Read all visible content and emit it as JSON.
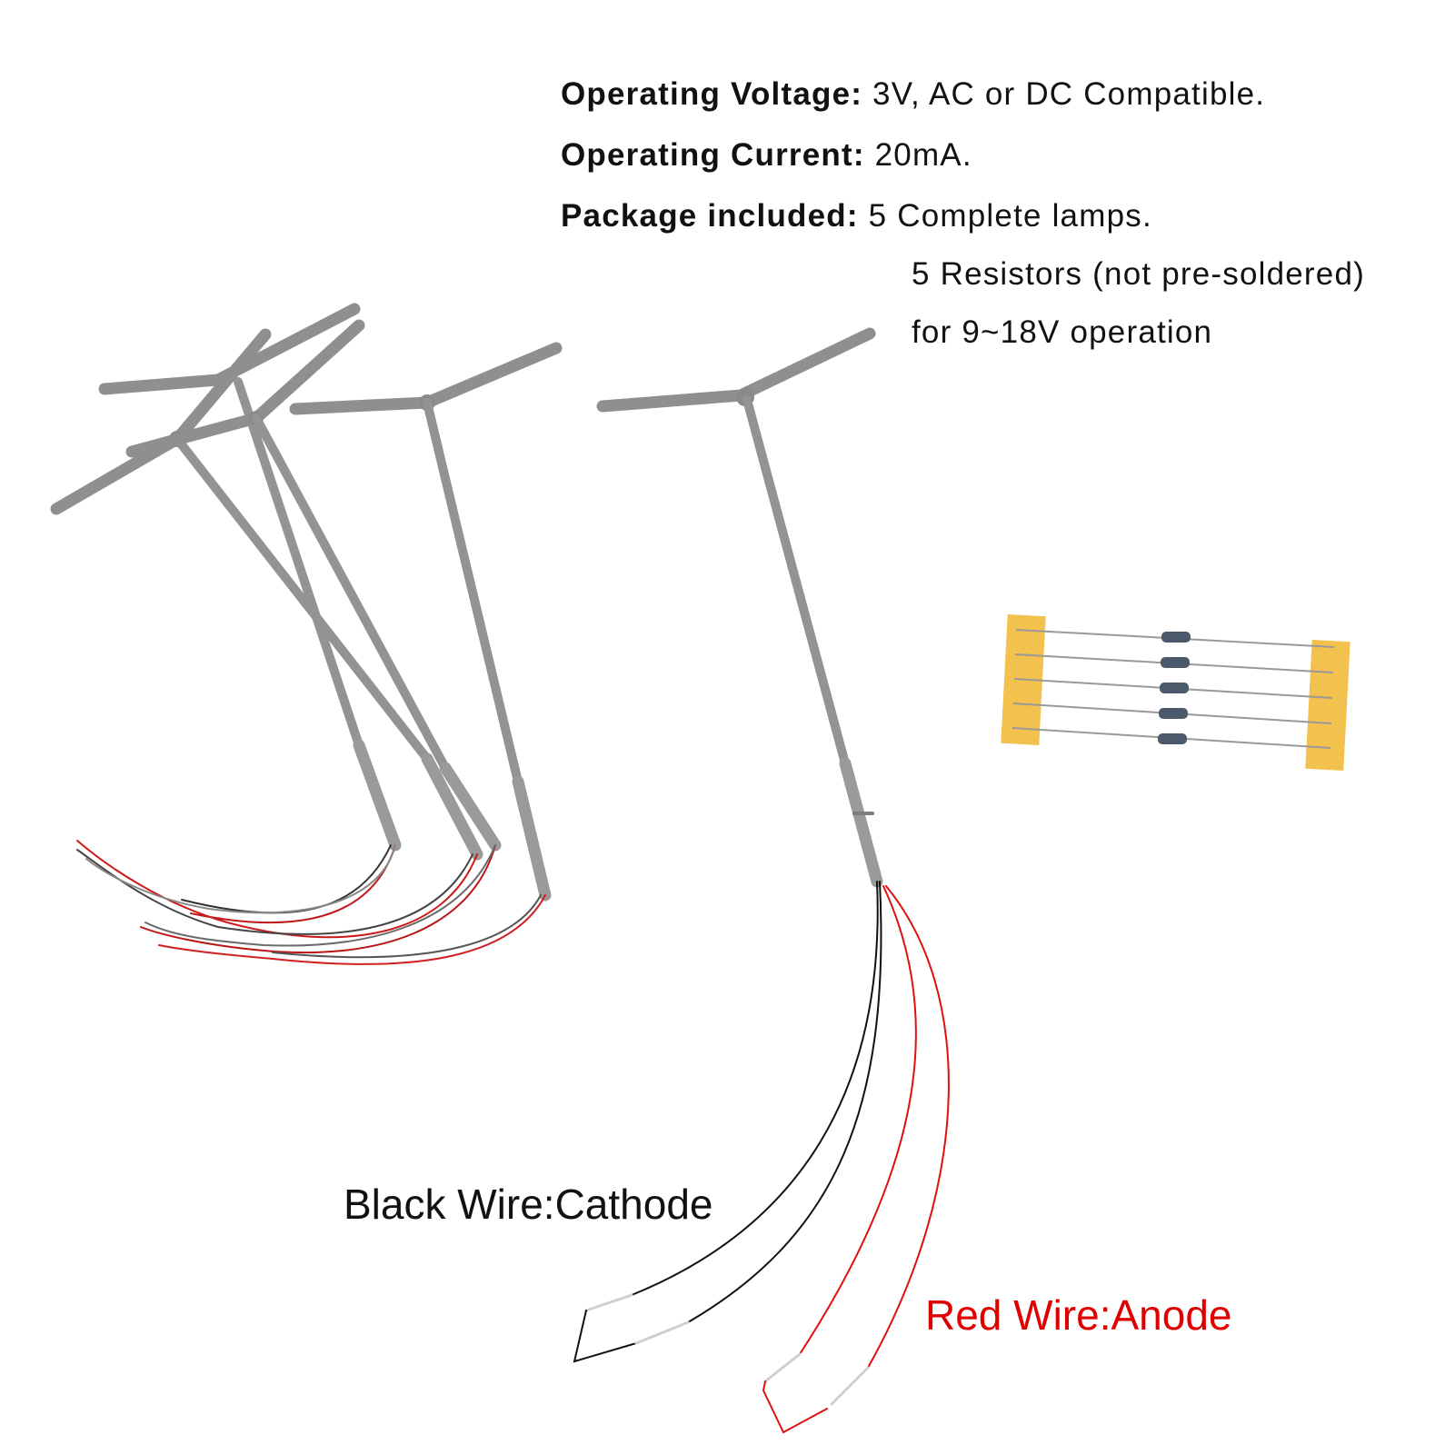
{
  "specs": {
    "voltage": {
      "label": "Operating Voltage:",
      "value": "3V, AC or DC Compatible."
    },
    "current": {
      "label": "Operating Current:",
      "value": "20mA."
    },
    "package": {
      "label": "Package included:",
      "lines": [
        "5 Complete lamps.",
        "5 Resistors (not pre-soldered)",
        "for 9~18V operation"
      ]
    }
  },
  "captions": {
    "black_wire": "Black Wire:Cathode",
    "red_wire": "Red Wire:Anode"
  },
  "colors": {
    "lamp_gray": "#8f8f8f",
    "wire_red": "#e01010",
    "wire_black": "#111111",
    "resistor_tape": "#f2c14e",
    "caption_red": "#e00000",
    "caption_black": "#111111"
  },
  "objects": [
    "t-lamp",
    "resistor-strip"
  ]
}
